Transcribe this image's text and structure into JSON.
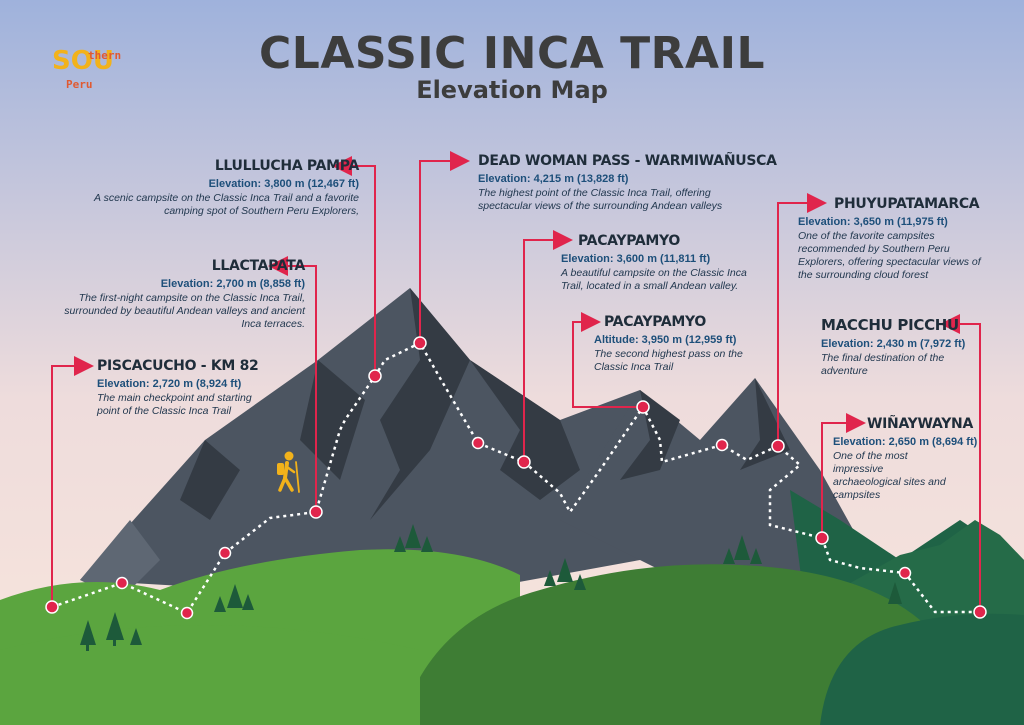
{
  "header": {
    "title": "CLASSIC INCA TRAIL",
    "subtitle": "Elevation Map"
  },
  "logo": {
    "big": "SOU",
    "small_top": "thern",
    "small_bottom": "Peru"
  },
  "colors": {
    "sky_top": "#9fb2dc",
    "sky_bottom": "#f7e3dc",
    "mountain": "#4c5561",
    "mountain_shadow": "#343b44",
    "hill_light": "#5ba53f",
    "hill_dark": "#3e7d34",
    "forest": "#1f6346",
    "marker": "#e0254c",
    "hiker": "#f2b21b"
  },
  "waypoints": [
    {
      "name": "PISCACUCHO - KM 82",
      "elevation": "Elevation: 2,720 m (8,924 ft)",
      "description": "The main checkpoint and starting point of the Classic Inca Trail"
    },
    {
      "name": "LLACTAPATA",
      "elevation": "Elevation: 2,700 m (8,858 ft)",
      "description": "The first-night campsite on the Classic Inca Trail, surrounded by beautiful Andean valleys and ancient Inca terraces."
    },
    {
      "name": "LLULLUCHA PAMPA",
      "elevation": "Elevation: 3,800 m (12,467 ft)",
      "description": "A scenic campsite on the Classic Inca Trail and a favorite camping spot of Southern Peru Explorers,"
    },
    {
      "name": "DEAD WOMAN PASS - WARMIWAÑUSCA",
      "elevation": "Elevation: 4,215 m (13,828 ft)",
      "description": "The highest point of the Classic Inca Trail, offering spectacular views of the surrounding Andean valleys"
    },
    {
      "name": "PACAYPAMYO",
      "elevation": "Elevation: 3,600 m (11,811 ft)",
      "description": "A beautiful campsite on the Classic Inca Trail, located in a small Andean valley."
    },
    {
      "name": "PACAYPAMYO",
      "elevation": "Altitude: 3,950 m (12,959 ft)",
      "description": "The second highest pass on the Classic Inca Trail"
    },
    {
      "name": "PHUYUPATAMARCA",
      "elevation": "Elevation: 3,650 m (11,975 ft)",
      "description": "One of the favorite campsites recommended by Southern Peru Explorers, offering spectacular views of the surrounding cloud forest"
    },
    {
      "name": "MACCHU PICCHU",
      "elevation": "Elevation: 2,430 m (7,972 ft)",
      "description": "The final destination of the adventure"
    },
    {
      "name": "WIÑAYWAYNA",
      "elevation": "Elevation: 2,650 m (8,694 ft)",
      "description": "One of the most impressive archaeological sites and campsites"
    }
  ]
}
